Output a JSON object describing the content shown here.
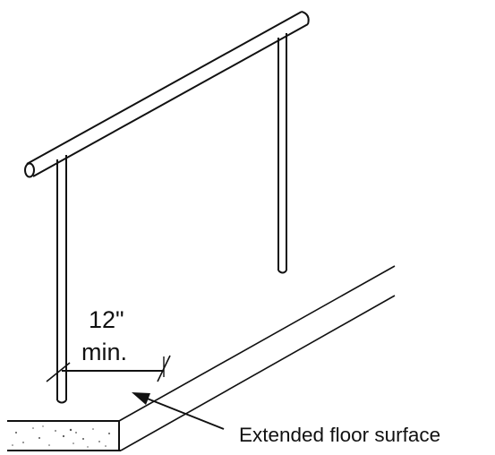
{
  "diagram": {
    "dimension": {
      "value": "12\"",
      "qualifier": "min."
    },
    "callout": {
      "label": "Extended floor surface"
    },
    "colors": {
      "ink": "#111111",
      "background": "#ffffff",
      "speckle": "#555555"
    }
  }
}
